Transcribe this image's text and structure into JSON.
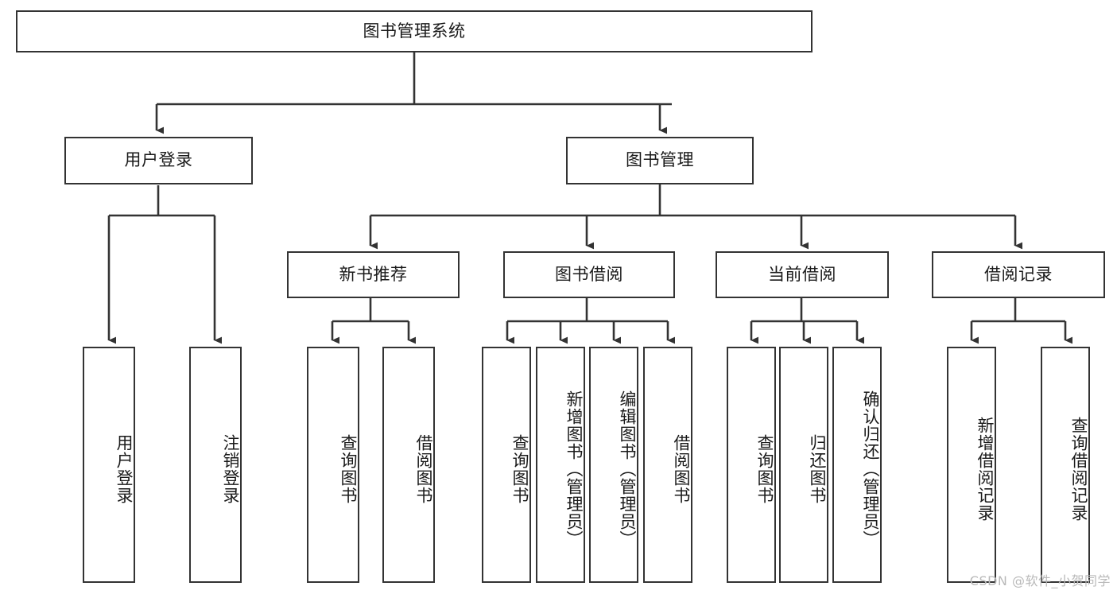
{
  "diagram": {
    "type": "tree-hierarchy",
    "title": "图书管理系统",
    "watermark": "CSDN @软件_小贺同学",
    "colors": {
      "box_border": "#333333",
      "box_fill": "#ffffff",
      "connector": "#333333",
      "text": "#1a1a1a",
      "watermark": "#b9b9b9",
      "background": "#ffffff"
    },
    "root": {
      "label": "图书管理系统"
    },
    "level2": [
      {
        "label": "用户登录"
      },
      {
        "label": "图书管理"
      }
    ],
    "level3": [
      {
        "label": "新书推荐"
      },
      {
        "label": "图书借阅"
      },
      {
        "label": "当前借阅"
      },
      {
        "label": "借阅记录"
      }
    ],
    "leaves": {
      "user_login": [
        {
          "label": "用户登录"
        },
        {
          "label": "注销登录"
        }
      ],
      "new_book_recommend": [
        {
          "label": "查询图书"
        },
        {
          "label": "借阅图书"
        }
      ],
      "book_borrow": [
        {
          "label": "查询图书"
        },
        {
          "label": "新增图书（管理员）"
        },
        {
          "label": "编辑图书（管理员）"
        },
        {
          "label": "借阅图书"
        }
      ],
      "current_borrow": [
        {
          "label": "查询图书"
        },
        {
          "label": "归还图书"
        },
        {
          "label": "确认归还（管理员）"
        }
      ],
      "borrow_record": [
        {
          "label": "新增借阅记录"
        },
        {
          "label": "查询借阅记录"
        }
      ]
    }
  }
}
